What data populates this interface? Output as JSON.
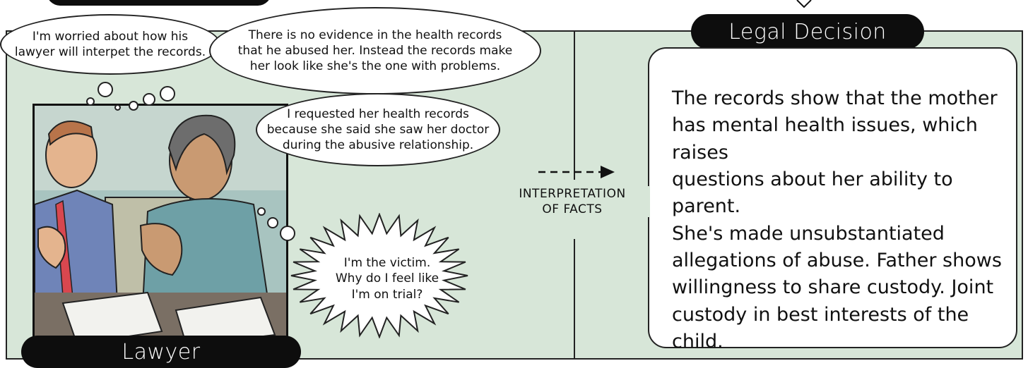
{
  "labels": {
    "legal_decision": "Legal Decision",
    "lawyer": "Lawyer",
    "interpretation": "INTERPRETATION\nOF FACTS"
  },
  "speech": {
    "worried": "I'm worried about how his\nlawyer will interpet the records.",
    "no_evidence": "There is no evidence in the health records\nthat he abused her. Instead the records make\nher look like she's the one with problems.",
    "requested": "I requested her health records\nbecause she said she saw her doctor\nduring the abusive relationship.",
    "victim": "I'm the victim.\nWhy do I feel like\nI'm on trial?"
  },
  "decision_text": "The records show that the mother\nhas mental health issues, which raises\nquestions about her ability to parent.\nShe's made unsubstantiated\nallegations of abuse. Father shows\nwillingness to share custody. Joint\ncustody in best interests of the child.",
  "colors": {
    "panel_bg": "#d7e6d8",
    "pill_bg": "#0d0d0d",
    "outline": "#222222"
  }
}
